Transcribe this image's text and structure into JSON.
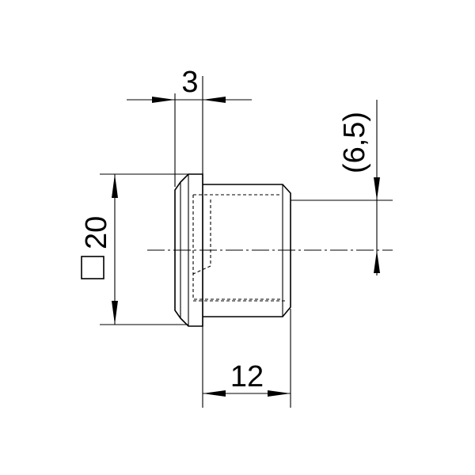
{
  "drawing": {
    "dimensions": {
      "flange_thickness": "3",
      "thread_length": "12",
      "square_size_symbol": "□",
      "square_size": "20",
      "reference_offset": "(6,5)"
    }
  }
}
